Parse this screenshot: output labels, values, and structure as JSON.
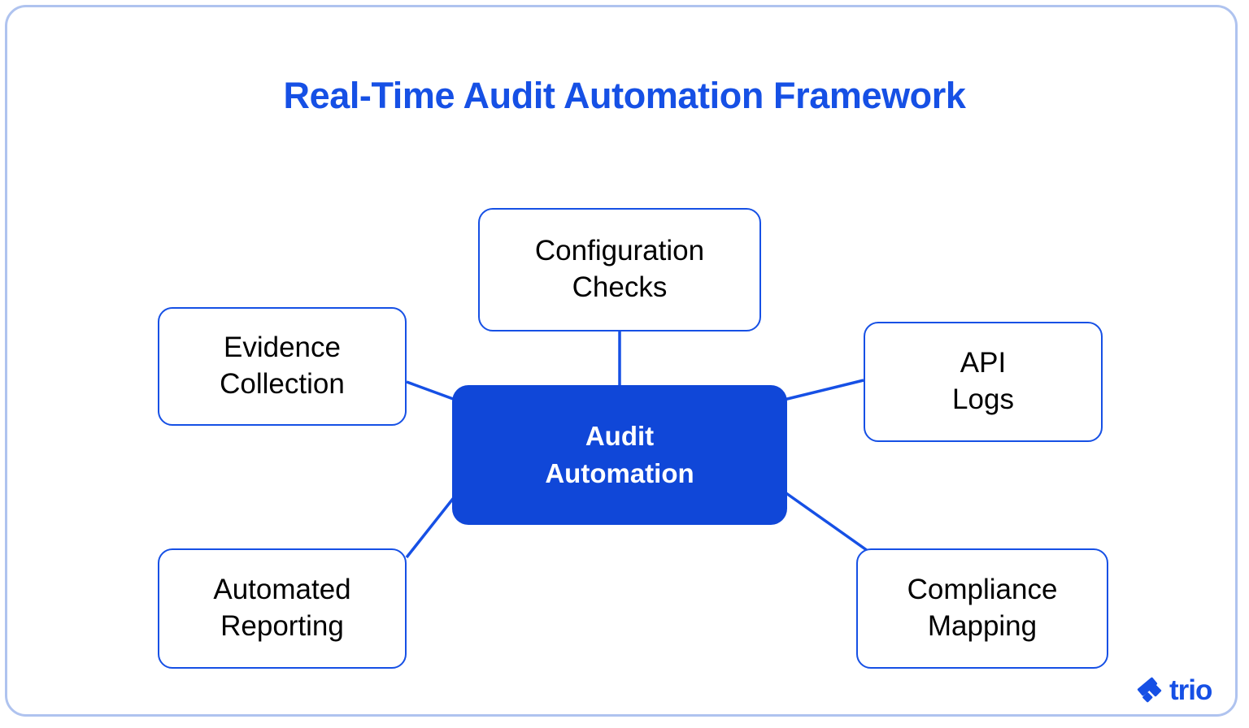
{
  "diagram": {
    "title": "Real-Time Audit Automation Framework",
    "type": "hub-and-spoke mind map",
    "accent_color": "#1650E5",
    "center_fill_color": "#1047D8",
    "frame_border_color": "#AFC3EF",
    "node_border_color": "#1650E5",
    "node_text_color": "#000000",
    "background_color": "#FFFFFF",
    "center": {
      "label": "Audit\nAutomation",
      "line1": "Audit",
      "line2": "Automation"
    },
    "nodes": [
      {
        "id": "config",
        "label": "Configuration\nChecks",
        "line1": "Configuration",
        "line2": "Checks",
        "position": "top"
      },
      {
        "id": "evidence",
        "label": "Evidence\nCollection",
        "line1": "Evidence",
        "line2": "Collection",
        "position": "left-top"
      },
      {
        "id": "api",
        "label": "API\nLogs",
        "line1": "API",
        "line2": "Logs",
        "position": "right-top"
      },
      {
        "id": "reporting",
        "label": "Automated\nReporting",
        "line1": "Automated",
        "line2": "Reporting",
        "position": "left-bottom"
      },
      {
        "id": "compliance",
        "label": "Compliance\nMapping",
        "line1": "Compliance",
        "line2": "Mapping",
        "position": "right-bottom"
      }
    ],
    "connections": [
      {
        "from": "center",
        "to": "config"
      },
      {
        "from": "center",
        "to": "evidence"
      },
      {
        "from": "center",
        "to": "api"
      },
      {
        "from": "center",
        "to": "reporting"
      },
      {
        "from": "center",
        "to": "compliance"
      }
    ]
  },
  "branding": {
    "wordmark": "trio",
    "logo_color": "#1650E5"
  }
}
